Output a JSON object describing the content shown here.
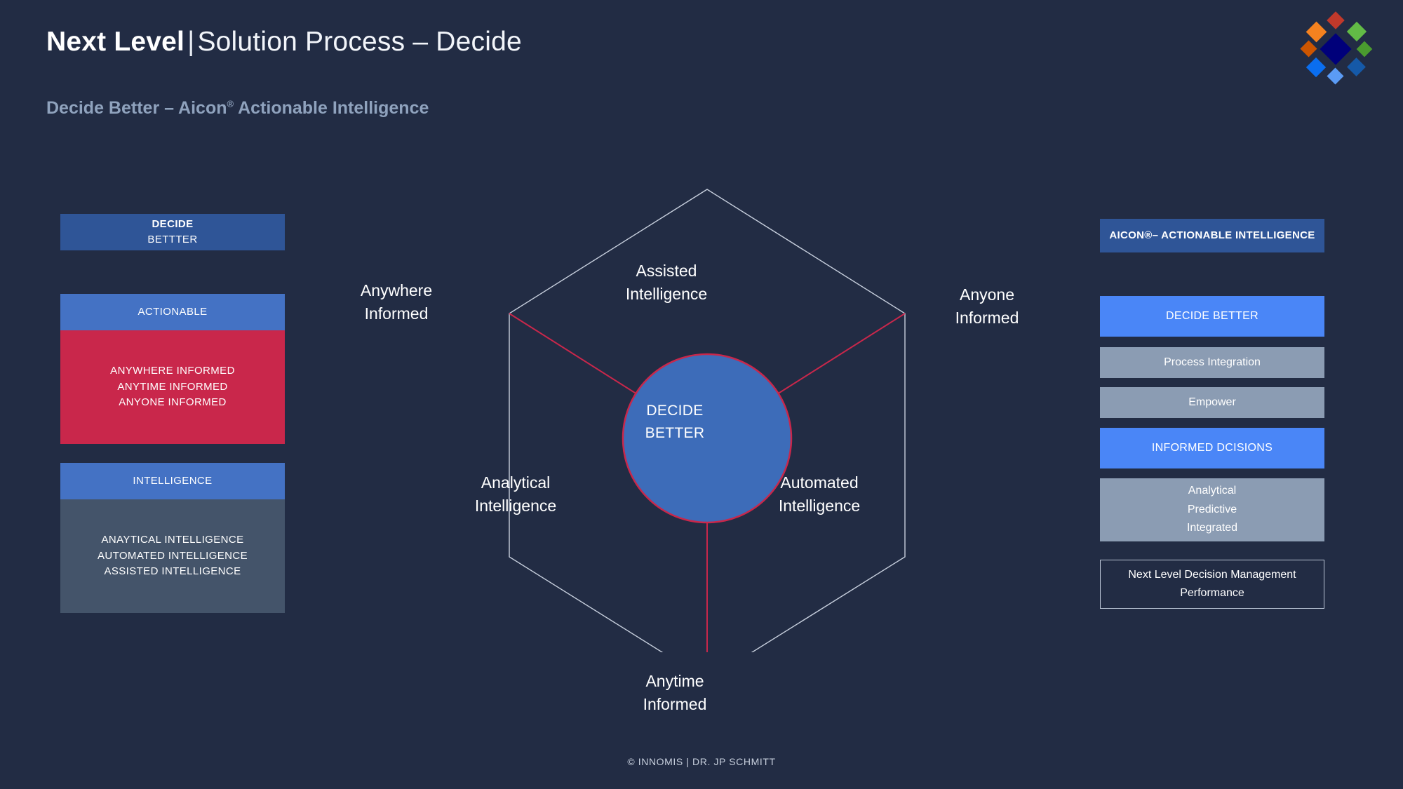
{
  "header": {
    "title_strong": "Next Level",
    "title_separator": "|",
    "title_light": "Solution Process – Decide",
    "subtitle_pre": "Decide Better – Aicon",
    "subtitle_sup": "®",
    "subtitle_post": " Actionable Intelligence"
  },
  "logo": {
    "name": "innomis-diamond-logo",
    "colors": {
      "center": "#00007a",
      "top": "#c0392b",
      "upper_right": "#62bb46",
      "right": "#4a9b2f",
      "lower_right": "#1559a8",
      "bottom": "#5b9bf5",
      "lower_left": "#0a6ef0",
      "left": "#cc5500",
      "upper_left": "#f5821f"
    }
  },
  "left_column": {
    "decide_better": {
      "line1": "DECIDE",
      "line2": "BETTTER",
      "color": "#2f5597"
    },
    "actionable": {
      "header": "ACTIONABLE",
      "header_color": "#4472c4",
      "body_color": "#c9274b",
      "items": [
        "ANYWHERE INFORMED",
        "ANYTIME INFORMED",
        "ANYONE INFORMED"
      ]
    },
    "intelligence": {
      "header": "INTELLIGENCE",
      "header_color": "#4472c4",
      "body_color": "#44546a",
      "items": [
        "ANAYTICAL INTELLIGENCE",
        "AUTOMATED INTELLIGENCE",
        "ASSISTED INTELLIGENCE"
      ]
    }
  },
  "right_column": {
    "aicon_header": {
      "label": "AICON®– ACTIONABLE INTELLIGENCE",
      "color": "#2f5597"
    },
    "items": [
      {
        "label": "DECIDE BETTER",
        "color": "#4a86f7"
      },
      {
        "label": "Process Integration",
        "color": "#8b9cb3"
      },
      {
        "label": "Empower",
        "color": "#8b9cb3"
      },
      {
        "label": "INFORMED DCISIONS",
        "color": "#4a86f7"
      }
    ],
    "analytical_block": {
      "color": "#8b9cb3",
      "lines": [
        "Analytical",
        "Predictive",
        "Integrated"
      ]
    },
    "outlined_block": {
      "border_color": "#b9c4d4",
      "lines": [
        "Next Level Decision Management",
        "Performance"
      ]
    }
  },
  "diagram": {
    "core": {
      "line1": "DECIDE",
      "line2": "BETTER",
      "fill": "#3d6cb9",
      "stroke": "#c9274b"
    },
    "hexagon_stroke": "#c7cfdd",
    "spoke_stroke": "#c9274b",
    "faces": [
      {
        "name": "top-face",
        "line1": "Assisted",
        "line2": "Intelligence"
      },
      {
        "name": "left-face",
        "line1": "Analytical",
        "line2": "Intelligence"
      },
      {
        "name": "right-face",
        "line1": "Automated",
        "line2": "Intelligence"
      }
    ],
    "outer_labels": [
      {
        "name": "left-outer",
        "line1": "Anywhere",
        "line2": "Informed"
      },
      {
        "name": "right-outer",
        "line1": "Anyone",
        "line2": "Informed"
      },
      {
        "name": "bottom-outer",
        "line1": "Anytime",
        "line2": "Informed"
      }
    ]
  },
  "footer": {
    "text": "© INNOMIS | DR. JP SCHMITT"
  },
  "theme": {
    "background": "#222c44"
  }
}
